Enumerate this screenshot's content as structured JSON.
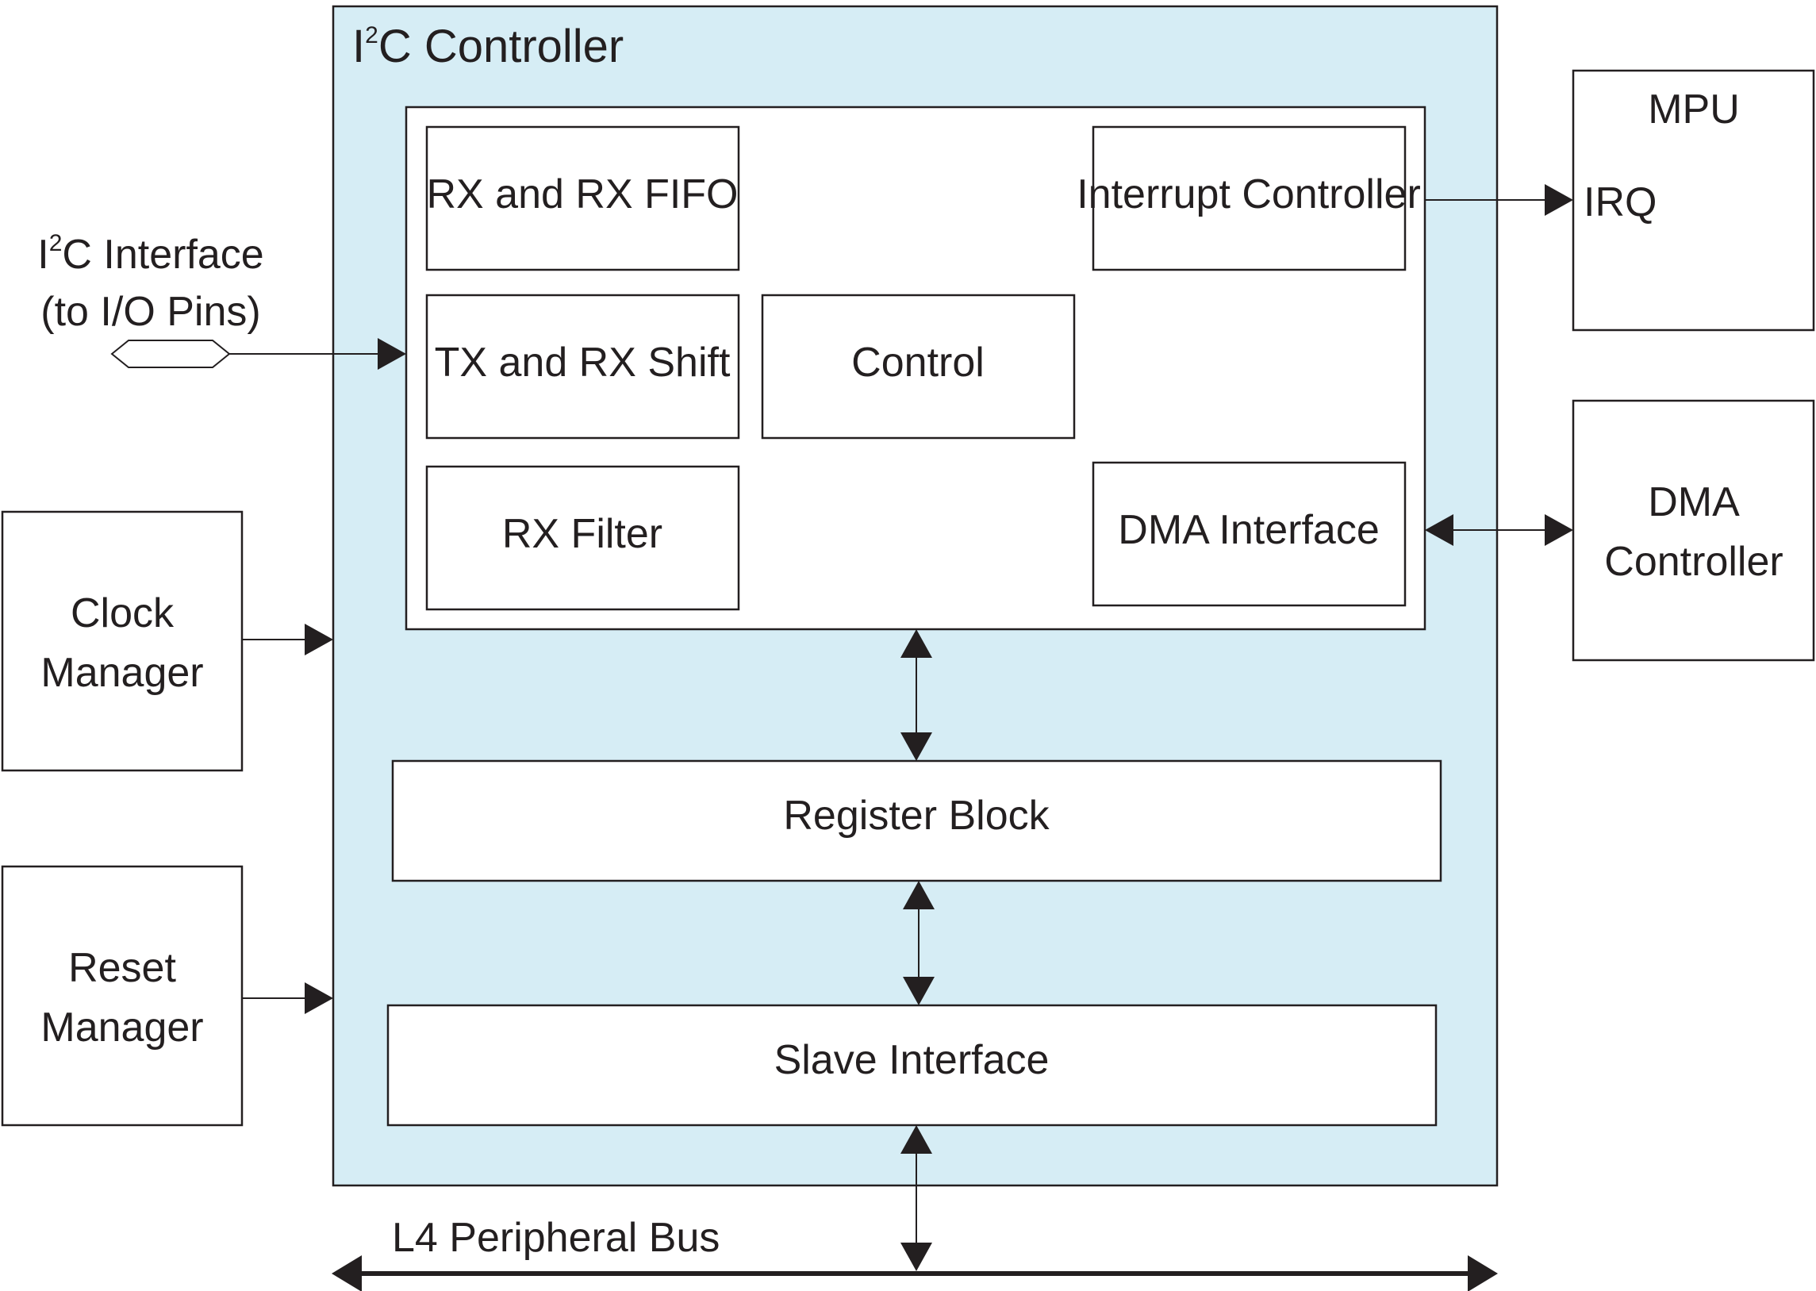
{
  "controller": {
    "title_prefix": "I",
    "title_sup": "2",
    "title_suffix": "C Controller",
    "fill_color": "#d6edf5"
  },
  "core_blocks": {
    "rx_fifo": "RX and RX FIFO",
    "interrupt_controller": "Interrupt Controller",
    "tx_rx_shift": "TX and RX Shift",
    "control": "Control",
    "rx_filter": "RX Filter",
    "dma_interface": "DMA Interface"
  },
  "register_block": "Register Block",
  "slave_interface": "Slave Interface",
  "i2c_interface": {
    "line1_prefix": "I",
    "line1_sup": "2",
    "line1_suffix": "C Interface",
    "line2": "(to I/O Pins)"
  },
  "mpu": {
    "title": "MPU",
    "port": "IRQ"
  },
  "dma_controller": {
    "line1": "DMA",
    "line2": "Controller"
  },
  "clock_manager": {
    "line1": "Clock",
    "line2": "Manager"
  },
  "reset_manager": {
    "line1": "Reset",
    "line2": "Manager"
  },
  "bus": {
    "label": "L4 Peripheral Bus"
  }
}
